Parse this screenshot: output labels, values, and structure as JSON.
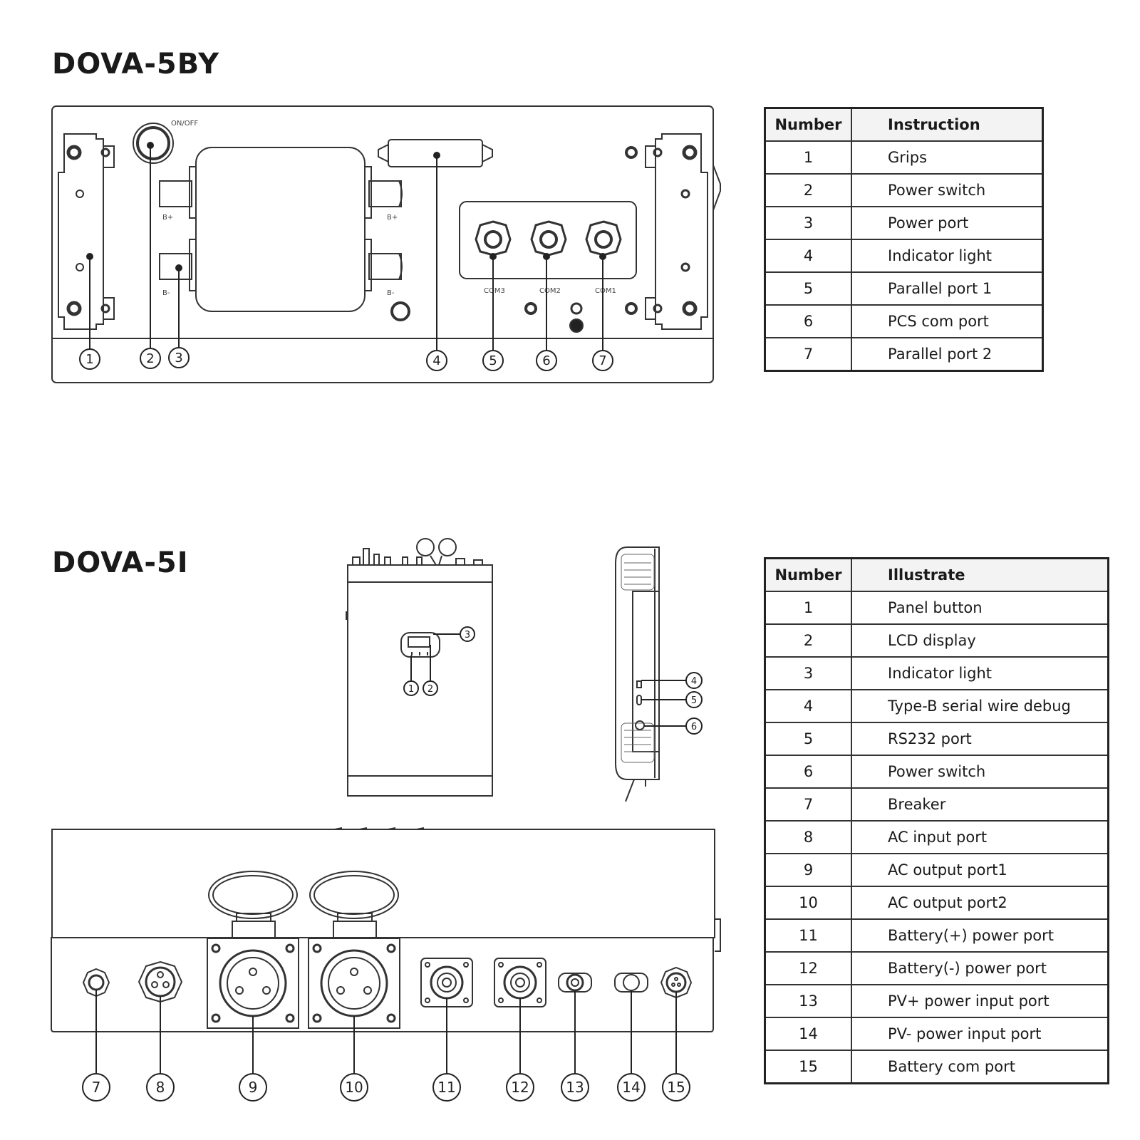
{
  "sections": [
    {
      "title": "DOVA-5BY",
      "table": {
        "headers": [
          "Number",
          "Instruction"
        ],
        "rows": [
          [
            "1",
            "Grips"
          ],
          [
            "2",
            "Power switch"
          ],
          [
            "3",
            "Power port"
          ],
          [
            "4",
            "Indicator light"
          ],
          [
            "5",
            "Parallel port 1"
          ],
          [
            "6",
            "PCS com port"
          ],
          [
            "7",
            "Parallel port 2"
          ]
        ]
      },
      "diagram_labels": {
        "switch": "ON/OFF",
        "b_plus": "B+",
        "b_minus": "B-",
        "com3": "COM3",
        "com2": "COM2",
        "com1": "COM1"
      },
      "callouts": [
        "1",
        "2",
        "3",
        "4",
        "5",
        "6",
        "7"
      ]
    },
    {
      "title": "DOVA-5I",
      "table": {
        "headers": [
          "Number",
          "Illustrate"
        ],
        "rows": [
          [
            "1",
            "Panel button"
          ],
          [
            "2",
            "LCD display"
          ],
          [
            "3",
            "Indicator light"
          ],
          [
            "4",
            "Type-B serial wire debug"
          ],
          [
            "5",
            "RS232 port"
          ],
          [
            "6",
            "Power switch"
          ],
          [
            "7",
            "Breaker"
          ],
          [
            "8",
            "AC input port"
          ],
          [
            "9",
            "AC output port1"
          ],
          [
            "10",
            "AC output port2"
          ],
          [
            "11",
            "Battery(+) power port"
          ],
          [
            "12",
            "Battery(-) power port"
          ],
          [
            "13",
            "PV+ power input port"
          ],
          [
            "14",
            "PV- power input port"
          ],
          [
            "15",
            "Battery com port"
          ]
        ]
      },
      "callouts_front": [
        "1",
        "2",
        "3"
      ],
      "callouts_side": [
        "4",
        "5",
        "6"
      ],
      "callouts_bottom": [
        "7",
        "8",
        "9",
        "10",
        "11",
        "12",
        "13",
        "14",
        "15"
      ]
    }
  ]
}
